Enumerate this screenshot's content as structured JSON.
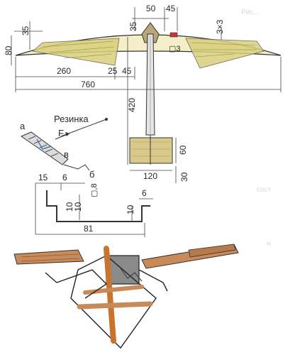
{
  "dimensions": {
    "top_50": "50",
    "top_45": "45",
    "top_35_center": "35",
    "top_3x3": "3×3",
    "left_35": "35",
    "left_80": "80",
    "d3": "▢3",
    "d260": "260",
    "d25": "25",
    "d45": "45",
    "d760": "760",
    "d420": "420",
    "d60": "60",
    "d120": "120",
    "d30": "30",
    "d15": "15",
    "d6a": "6",
    "d6b": "6",
    "d10a": "10",
    "d10b": "10",
    "d10c": "10",
    "d08": "▢,8",
    "d81": "81"
  },
  "labels": {
    "rezinka": "Резинка",
    "force": "F",
    "point_a": "а",
    "point_b": "в",
    "point_6": "б"
  },
  "colors": {
    "wing_fill": "#e8dc8a",
    "wing_shade": "#b8b070",
    "wood": "#c98a5a",
    "line": "#333333"
  }
}
